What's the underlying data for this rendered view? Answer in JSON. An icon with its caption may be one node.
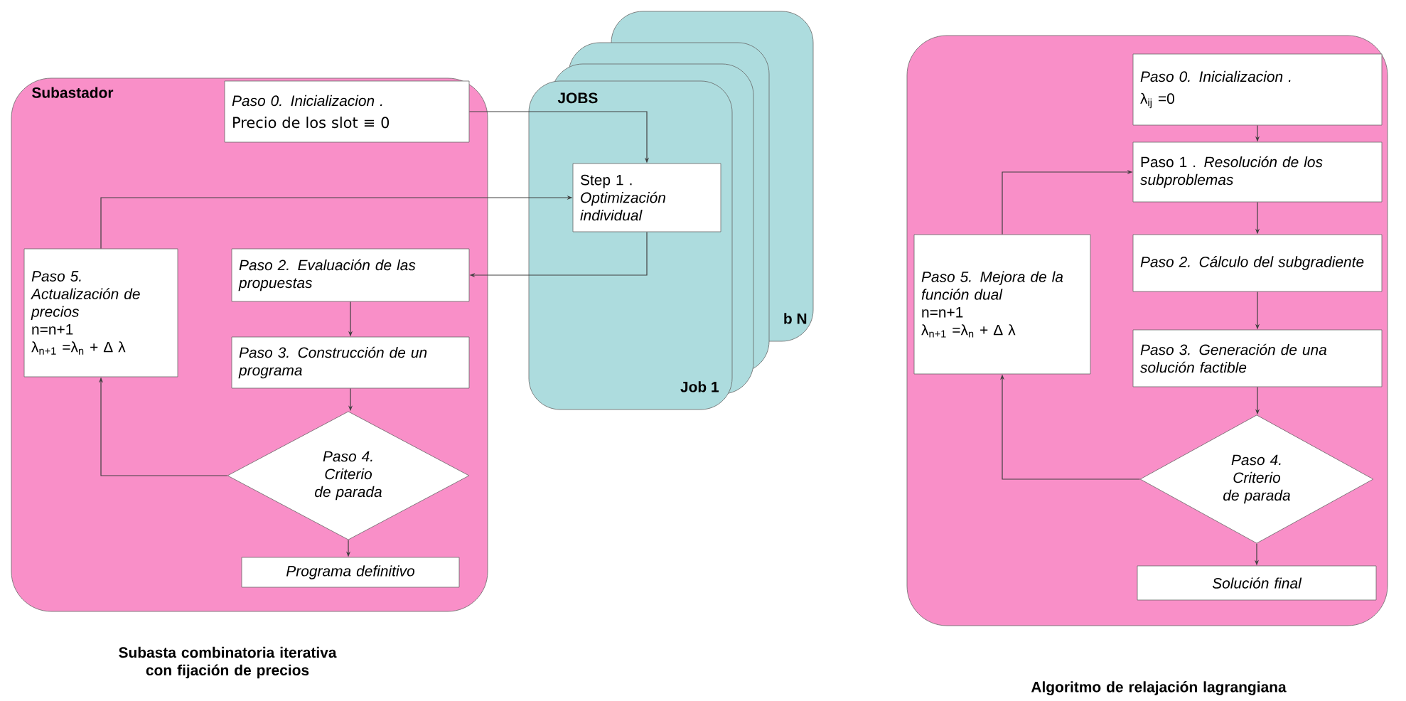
{
  "diagram": {
    "nodes": [
      {
        "text": [
          "Subastador"
        ]
      },
      {
        "text": [
          "Paso 0. Inicializacion .",
          "Precio de los slot ≡ 0"
        ],
        "in": 0
      },
      {
        "text": [
          "JOBS",
          "Job 1",
          "b N"
        ]
      },
      {
        "text": [
          "Step 1 . *Optimización individual*"
        ],
        "in": 2
      },
      {
        "text": [
          "Paso 5. Actualización de precios",
          "n=n+1",
          "λ$_{n+1}$ =λ$_{n}$ + Δ λ"
        ],
        "in": 0
      },
      {
        "text": [
          "Paso 2. Evaluación de las propuestas"
        ],
        "in": 0
      },
      {
        "text": [
          "Paso 3. Construcción de un programa"
        ],
        "in": 0
      },
      {
        "text": [
          "Paso 4. Criterio de parada"
        ],
        "in": 0
      },
      {
        "text": [
          "Programa definitivo"
        ],
        "in": 0
      },
      {
        "text": [],
        "shape": "box"
      },
      {
        "text": [
          "Paso 0. Inicializacion .",
          "λ$_{ij}$ =0"
        ],
        "in": 9
      },
      {
        "text": [
          "Paso 1 . *Resolución de los subproblemas*"
        ],
        "in": 9
      },
      {
        "text": [
          "Paso 5. Mejora de la función dual",
          "n=n+1",
          "λ$_{n+1}$ =λ$_{n}$ + Δ λ"
        ],
        "in": 9
      },
      {
        "text": [
          "Paso 2. Cálculo del subgradiente"
        ],
        "in": 9
      },
      {
        "text": [
          "Paso 3. Generación de una solución factible"
        ],
        "in": 9
      },
      {
        "text": [
          "Paso 4. Criterio de parada"
        ],
        "in": 9
      },
      {
        "text": [
          "Solución final"
        ],
        "in": 9
      }
    ],
    "edges": [
      {
        "from": 1,
        "to": 3,
        "arrow": "to"
      },
      {
        "from": 4,
        "to": 3,
        "arrow": "to"
      },
      {
        "from": 3,
        "to": 5,
        "arrow": "to"
      },
      {
        "from": 5,
        "to": 6,
        "arrow": "to"
      },
      {
        "from": 6,
        "to": 7,
        "arrow": "to"
      },
      {
        "from": 7,
        "to": 4,
        "arrow": "to"
      },
      {
        "from": 7,
        "to": 8,
        "arrow": "to"
      },
      {
        "from": 10,
        "to": 11,
        "arrow": "to"
      },
      {
        "from": 11,
        "to": 13,
        "arrow": "to"
      },
      {
        "from": 13,
        "to": 14,
        "arrow": "to"
      },
      {
        "from": 14,
        "to": 15,
        "arrow": "to"
      },
      {
        "from": 15,
        "to": 16,
        "arrow": "to"
      },
      {
        "from": 15,
        "to": 12,
        "arrow": "to"
      },
      {
        "from": 12,
        "to": 11,
        "arrow": "to"
      }
    ],
    "labels": [
      "Subasta combinatoria iterativa con fijación de precios",
      "Algoritmo de relajación lagrangiana"
    ]
  }
}
